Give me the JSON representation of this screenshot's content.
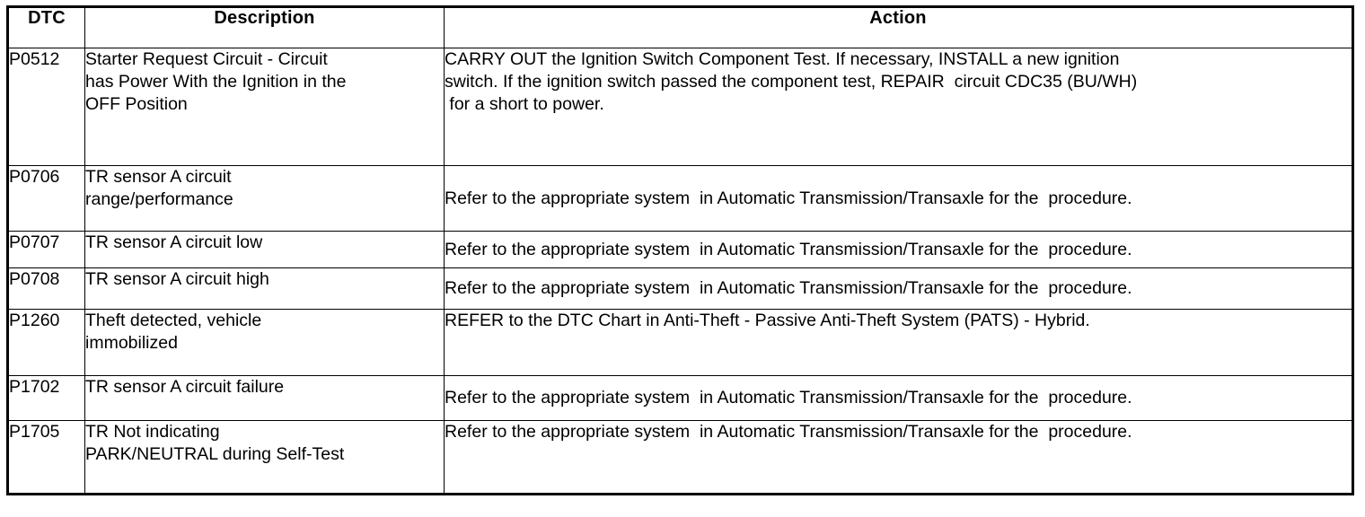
{
  "document": {
    "type": "dtc-reference-table"
  },
  "table": {
    "columns": [
      {
        "key": "dtc",
        "label": "DTC"
      },
      {
        "key": "description",
        "label": "Description"
      },
      {
        "key": "action",
        "label": "Action"
      }
    ],
    "rows": [
      {
        "dtc": "P0512",
        "description": "Starter Request Circuit - Circuit\nhas Power With the Ignition in the\nOFF Position",
        "action": "CARRY OUT the Ignition Switch Component Test. If necessary, INSTALL a new ignition\nswitch. If the ignition switch passed the component test, REPAIR  circuit CDC35 (BU/WH)\n for a short to power."
      },
      {
        "dtc": "P0706",
        "description": "TR sensor A circuit\nrange/performance",
        "action": "Refer to the appropriate system  in Automatic Transmission/Transaxle for the  procedure."
      },
      {
        "dtc": "P0707",
        "description": "TR sensor A circuit low",
        "action": "Refer to the appropriate system  in Automatic Transmission/Transaxle for the  procedure."
      },
      {
        "dtc": "P0708",
        "description": "TR sensor A circuit high",
        "action": "Refer to the appropriate system  in Automatic Transmission/Transaxle for the  procedure."
      },
      {
        "dtc": "P1260",
        "description": "Theft detected, vehicle\nimmobilized",
        "action": "REFER to the DTC Chart in Anti-Theft - Passive Anti-Theft System (PATS) - Hybrid."
      },
      {
        "dtc": "P1702",
        "description": "TR sensor A circuit failure",
        "action": "Refer to the appropriate system  in Automatic Transmission/Transaxle for the  procedure."
      },
      {
        "dtc": "P1705",
        "description": "TR Not indicating\nPARK/NEUTRAL during Self-Test",
        "action": "Refer to the appropriate system  in Automatic Transmission/Transaxle for the  procedure."
      }
    ]
  },
  "colors": {
    "text": "#000000",
    "background": "#ffffff",
    "border": "#000000"
  }
}
